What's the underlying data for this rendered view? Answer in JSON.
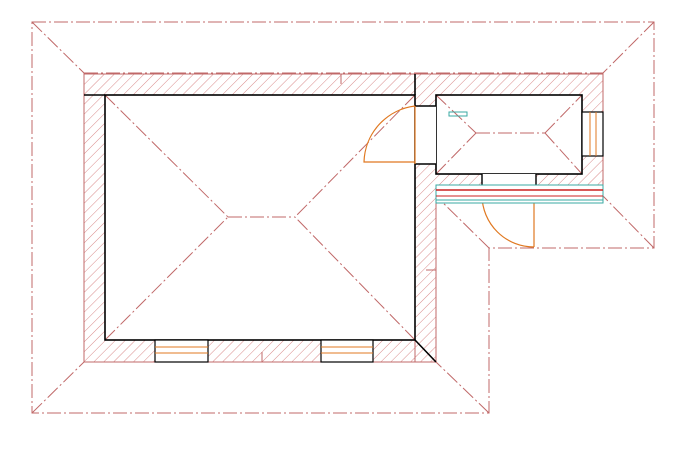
{
  "drawing": {
    "type": "floor-plan-roof-outline",
    "colors": {
      "background": "#ffffff",
      "roof_outline": "#c06868",
      "wall_hatch": "#d98a8a",
      "wall_line": "#000000",
      "door": "#e07820",
      "window": "#3aa9a3",
      "window_frame": "#e07820",
      "beam": "#cc2020",
      "fixture": "#3aa9a3"
    },
    "elements": {
      "main_room": "main-room",
      "annex_room": "annex-room",
      "doors": [
        "entry-door",
        "annex-door"
      ],
      "windows": [
        "south-window-left",
        "south-window-right",
        "east-window",
        "annex-south-window"
      ]
    }
  }
}
